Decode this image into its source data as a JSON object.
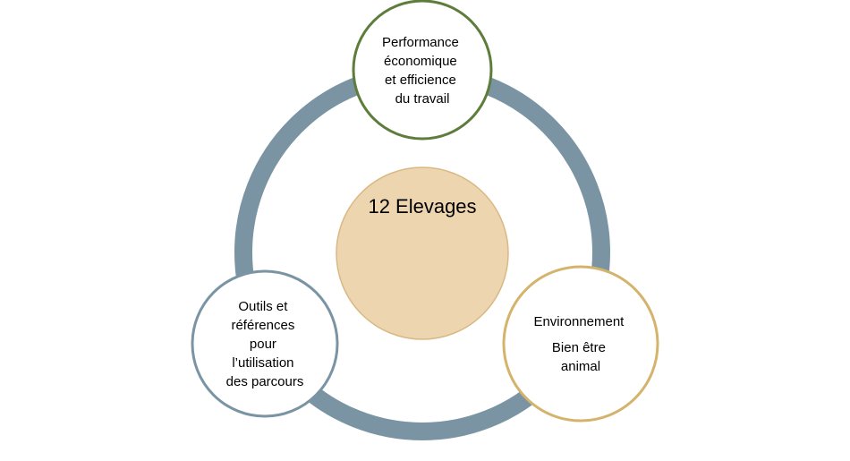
{
  "center": {
    "label": "12 Elevages",
    "fill": "#EDD5B0",
    "stroke": "#D9B883"
  },
  "ring": {
    "color": "#7A94A3"
  },
  "nodes": [
    {
      "id": "performance",
      "lines": [
        "Performance",
        "économique",
        "et efficience",
        "du travail"
      ],
      "border": "#5E7D3C"
    },
    {
      "id": "environnement",
      "lines": [
        "Environnement",
        "Bien être",
        "animal"
      ],
      "border": "#D4B46C"
    },
    {
      "id": "outils",
      "lines": [
        "Outils et",
        "références",
        "pour",
        "l’utilisation",
        "des parcours"
      ],
      "border": "#7A94A3"
    }
  ]
}
